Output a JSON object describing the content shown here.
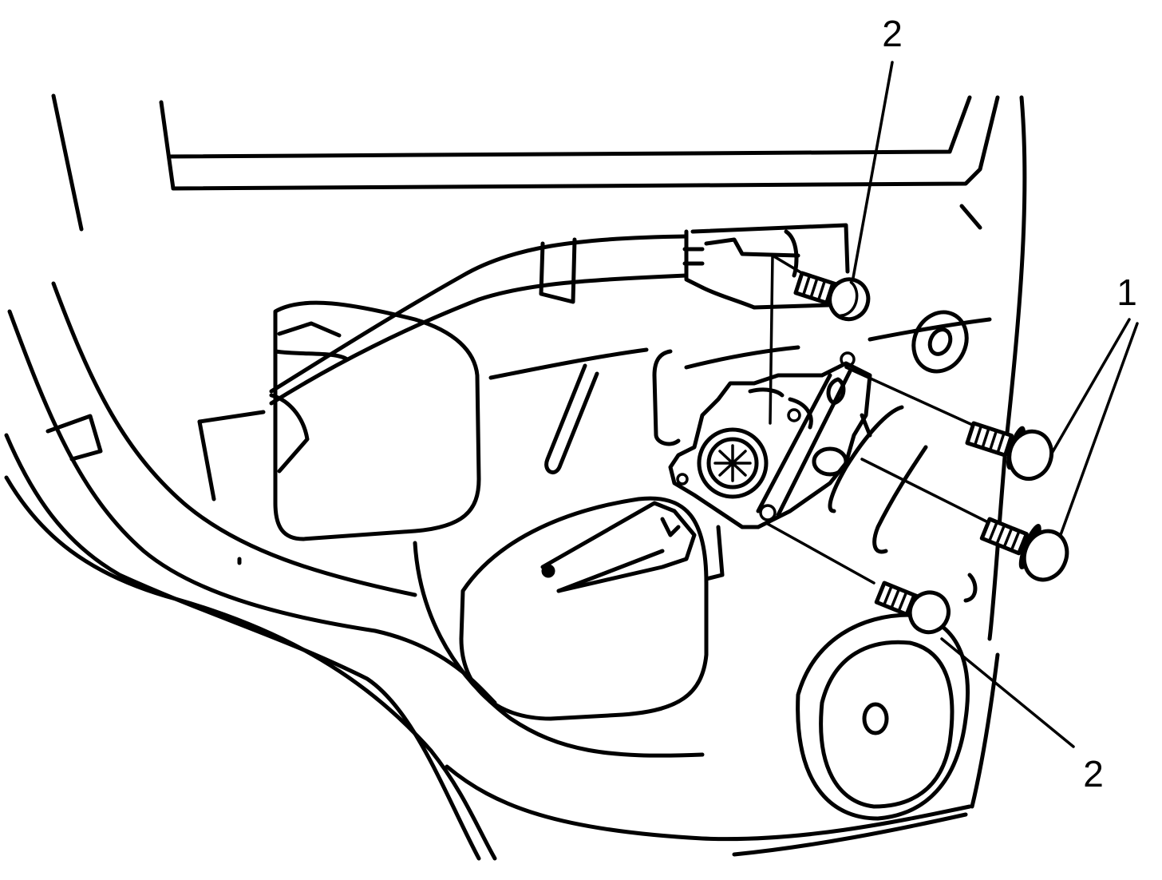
{
  "callouts": {
    "label_1": "1",
    "label_2_top": "2",
    "label_2_bottom": "2"
  },
  "colors": {
    "line": "#000000",
    "background": "#ffffff"
  }
}
